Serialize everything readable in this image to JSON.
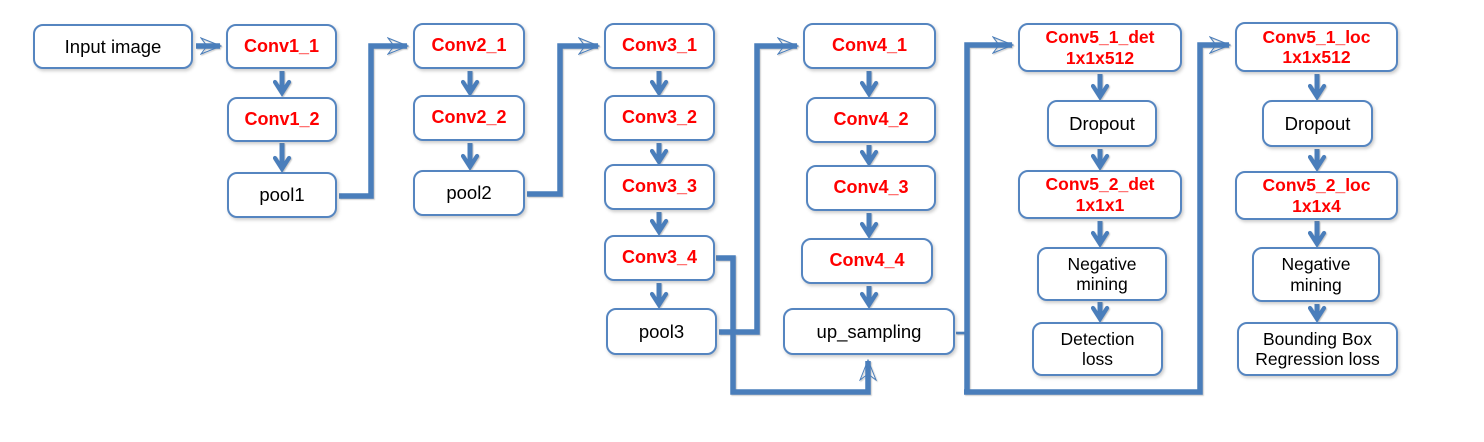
{
  "diagram": {
    "type": "flowchart",
    "description": "Convolutional network architecture with up-sampling, detection branch and bounding-box regression branch",
    "colors": {
      "box_border": "#5585c0",
      "arrow": "#4a7ebb",
      "conv_label": "#ff0000",
      "label": "#000000",
      "background": "#ffffff"
    },
    "nodes": {
      "input_image": {
        "label": "Input image"
      },
      "conv1_1": {
        "label": "Conv1_1"
      },
      "conv1_2": {
        "label": "Conv1_2"
      },
      "pool1": {
        "label": "pool1"
      },
      "conv2_1": {
        "label": "Conv2_1"
      },
      "conv2_2": {
        "label": "Conv2_2"
      },
      "pool2": {
        "label": "pool2"
      },
      "conv3_1": {
        "label": "Conv3_1"
      },
      "conv3_2": {
        "label": "Conv3_2"
      },
      "conv3_3": {
        "label": "Conv3_3"
      },
      "conv3_4": {
        "label": "Conv3_4"
      },
      "pool3": {
        "label": "pool3"
      },
      "conv4_1": {
        "label": "Conv4_1"
      },
      "conv4_2": {
        "label": "Conv4_2"
      },
      "conv4_3": {
        "label": "Conv4_3"
      },
      "conv4_4": {
        "label": "Conv4_4"
      },
      "up_sampling": {
        "label": "up_sampling"
      },
      "conv5_1_det": {
        "label": "Conv5_1_det\n1x1x512"
      },
      "dropout_det": {
        "label": "Dropout"
      },
      "conv5_2_det": {
        "label": "Conv5_2_det\n1x1x1"
      },
      "negative_mining_det": {
        "label": "Negative\nmining"
      },
      "detection_loss": {
        "label": "Detection\nloss"
      },
      "conv5_1_loc": {
        "label": "Conv5_1_loc\n1x1x512"
      },
      "dropout_loc": {
        "label": "Dropout"
      },
      "conv5_2_loc": {
        "label": "Conv5_2_loc\n1x1x4"
      },
      "negative_mining_loc": {
        "label": "Negative\nmining"
      },
      "bounding_box_regression_loss": {
        "label": "Bounding Box\nRegression loss"
      }
    },
    "edges": [
      {
        "from": "input_image",
        "to": "conv1_1"
      },
      {
        "from": "conv1_1",
        "to": "conv1_2"
      },
      {
        "from": "conv1_2",
        "to": "pool1"
      },
      {
        "from": "pool1",
        "to": "conv2_1"
      },
      {
        "from": "conv2_1",
        "to": "conv2_2"
      },
      {
        "from": "conv2_2",
        "to": "pool2"
      },
      {
        "from": "pool2",
        "to": "conv3_1"
      },
      {
        "from": "conv3_1",
        "to": "conv3_2"
      },
      {
        "from": "conv3_2",
        "to": "conv3_3"
      },
      {
        "from": "conv3_3",
        "to": "conv3_4"
      },
      {
        "from": "conv3_4",
        "to": "pool3"
      },
      {
        "from": "pool3",
        "to": "conv4_1"
      },
      {
        "from": "conv3_4",
        "to": "up_sampling"
      },
      {
        "from": "conv4_1",
        "to": "conv4_2"
      },
      {
        "from": "conv4_2",
        "to": "conv4_3"
      },
      {
        "from": "conv4_3",
        "to": "conv4_4"
      },
      {
        "from": "conv4_4",
        "to": "up_sampling"
      },
      {
        "from": "up_sampling",
        "to": "conv5_1_det"
      },
      {
        "from": "up_sampling",
        "to": "conv5_1_loc"
      },
      {
        "from": "conv5_1_det",
        "to": "dropout_det"
      },
      {
        "from": "dropout_det",
        "to": "conv5_2_det"
      },
      {
        "from": "conv5_2_det",
        "to": "negative_mining_det"
      },
      {
        "from": "negative_mining_det",
        "to": "detection_loss"
      },
      {
        "from": "conv5_1_loc",
        "to": "dropout_loc"
      },
      {
        "from": "dropout_loc",
        "to": "conv5_2_loc"
      },
      {
        "from": "conv5_2_loc",
        "to": "negative_mining_loc"
      },
      {
        "from": "negative_mining_loc",
        "to": "bounding_box_regression_loss"
      }
    ]
  }
}
